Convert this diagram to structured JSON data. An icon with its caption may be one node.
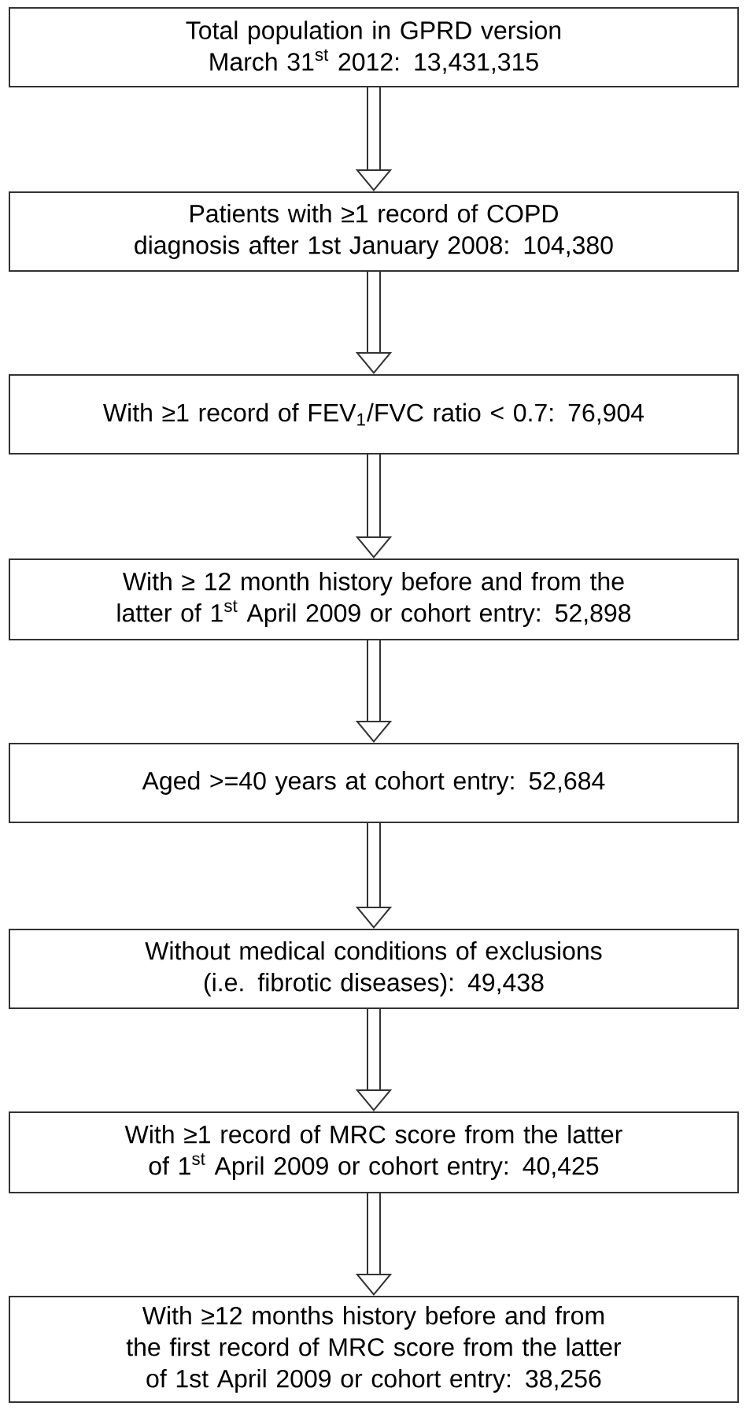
{
  "diagram": {
    "nodes": [
      {
        "text": [
          "Total population in GPRD version March 31$^{st}$ 2012: 13,431,315"
        ]
      },
      {
        "text": [
          "Patients with ≥1 record of COPD diagnosis after 1st January 2008: 104,380"
        ]
      },
      {
        "text": [
          "With ≥1 record of FEV$_{1}$/FVC ratio < 0.7: 76,904"
        ]
      },
      {
        "text": [
          "With ≥ 12 month history before and from the latter of 1$^{st}$ April 2009 or cohort entry: 52,898"
        ]
      },
      {
        "text": [
          "Aged >=40 years at cohort entry: 52,684"
        ]
      },
      {
        "text": [
          "Without medical conditions of exclusions (i.e. fibrotic diseases): 49,438"
        ]
      },
      {
        "text": [
          "With ≥1 record of MRC score from the latter of 1$^{st}$ April 2009 or cohort entry: 40,425"
        ]
      },
      {
        "text": [
          "With ≥12 months history before and from the first record of MRC score from the latter of 1st April 2009 or cohort entry: 38,256"
        ]
      }
    ],
    "edges": [
      {
        "from": 0,
        "to": 1,
        "arrow": "to"
      },
      {
        "from": 1,
        "to": 2,
        "arrow": "to"
      },
      {
        "from": 2,
        "to": 3,
        "arrow": "to"
      },
      {
        "from": 3,
        "to": 4,
        "arrow": "to"
      },
      {
        "from": 4,
        "to": 5,
        "arrow": "to"
      },
      {
        "from": 5,
        "to": 6,
        "arrow": "to"
      },
      {
        "from": 6,
        "to": 7,
        "arrow": "to"
      }
    ]
  }
}
